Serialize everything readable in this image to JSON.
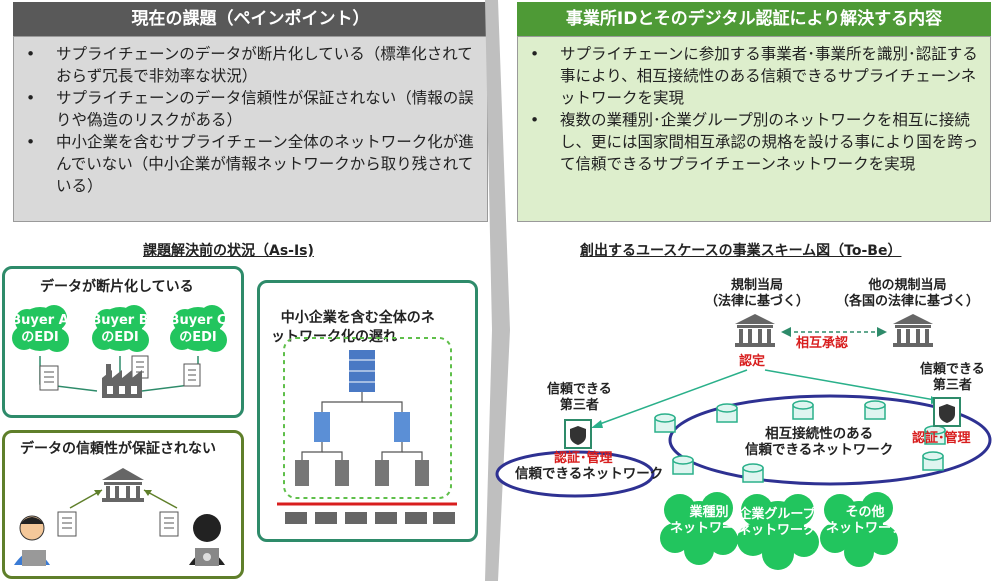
{
  "left_header": "現在の課題（ペインポイント）",
  "right_header": "事業所IDとそのデジタル認証により解決する内容",
  "pain_points": [
    "サプライチェーンのデータが断片化している（標準化されておらず冗長で非効率な状況）",
    "サプライチェーンのデータ信頼性が保証されない（情報の誤りや偽造のリスクがある）",
    "中小企業を含むサプライチェーン全体のネットワーク化が進んでいない（中小企業が情報ネットワークから取り残されている）"
  ],
  "solutions": [
    "サプライチェーンに参加する事業者･事業所を識別･認証する事により、相互接続性のある信頼できるサプライチェーンネットワークを実現",
    "複数の業種別･企業グループ別のネットワークを相互に接続し、更には国家間相互承認の規格を設ける事により国を跨って信頼できるサプライチェーンネットワークを実現"
  ],
  "as_is": {
    "title": "課題解決前の状況（As-Is)",
    "fragmented_title": "データが断片化している",
    "buyers": [
      "Buyer A\nのEDI",
      "Buyer B\nのEDI",
      "Buyer C\nのEDI"
    ],
    "trust_title": "データの信頼性が保証されない",
    "sme_title": "中小企業を含む全体のネ\nットワーク化の遅れ"
  },
  "to_be": {
    "title": "創出するユースケースの事業スキーム図（To-Be）",
    "regulator": "規制当局\n（法律に基づく）",
    "other_regulator": "他の規制当局\n（各国の法律に基づく）",
    "mutual_recognition": "相互承認",
    "certification": "認定",
    "third_party_left": "信頼できる\n第三者",
    "third_party_right": "信頼できる\n第三者",
    "auth_manage_left": "認証･管理",
    "auth_manage_right": "認証･管理",
    "trusted_network": "信頼できるネットワーク",
    "interconnected_network": "相互接続性のある\n信頼できるネットワーク",
    "clouds": [
      "業種別\nネットワーク",
      "企業グループ\nネットワーク",
      "その他\nネットワーク"
    ]
  },
  "colors": {
    "left_header_bg": "#595959",
    "right_header_bg": "#4e9a36",
    "left_panel_bg": "#d9d9d9",
    "right_panel_bg": "#ddeecc",
    "teal": "#2e8b6a",
    "red": "#d81e1e",
    "navy": "#2e3192",
    "cloud_green": "#22c55e"
  }
}
